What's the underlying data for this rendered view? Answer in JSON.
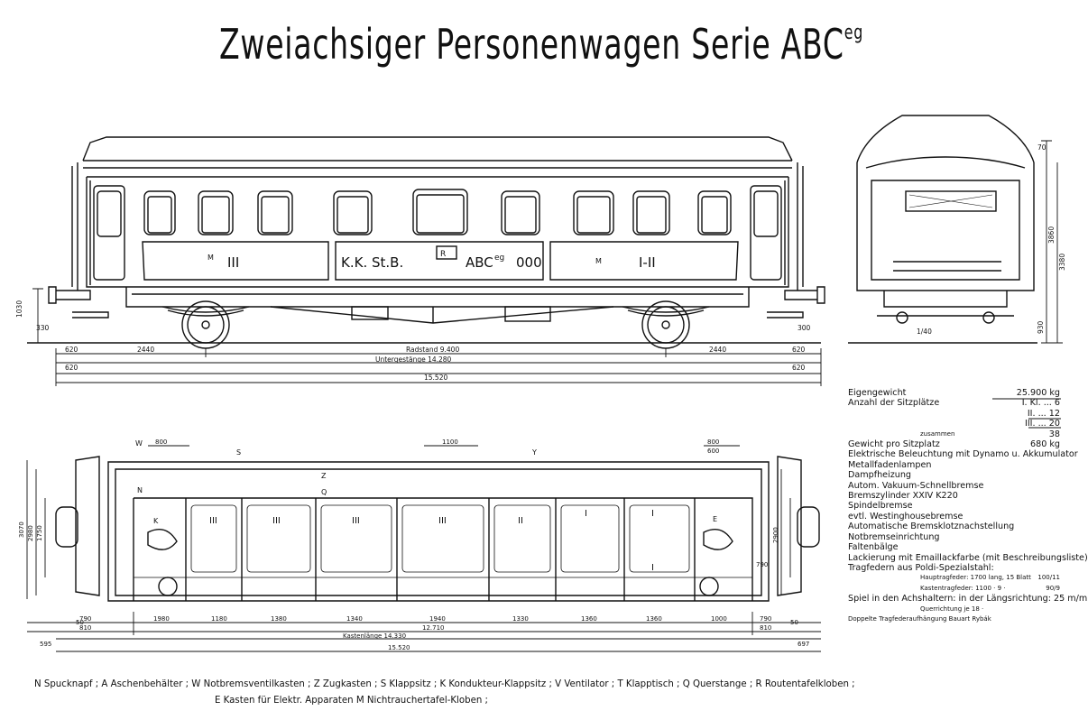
{
  "title": {
    "main": "Zweiachsiger Personenwagen Serie ABC",
    "sup": "eg"
  },
  "side_view": {
    "car_label_1": "K.K. St.B.",
    "car_label_2": "ABC",
    "car_label_2_sup": "eg",
    "car_label_2_num": "000",
    "box_r": "R",
    "class_left": "III",
    "class_right": "I-II",
    "m_left": "M",
    "m_right": "M",
    "dims": {
      "wheelbase": "Radstand 9.400",
      "underframe": "Untergestänge 14.280",
      "total": "15.520",
      "d2440_left": "2440",
      "d2440_right": "2440",
      "d620_left": "620",
      "d620_right": "620",
      "d620b_left": "620",
      "d620b_right": "620",
      "height_left": "1030",
      "d330": "330",
      "d300": "300"
    }
  },
  "end_view": {
    "scale": "1/40",
    "h1": "3860",
    "h2": "3380",
    "h3": "930",
    "h4": "70"
  },
  "plan_view": {
    "markers": [
      "W",
      "N",
      "S",
      "Z",
      "Q",
      "Y",
      "K",
      "E"
    ],
    "top_dims": [
      "800",
      "1100",
      "800",
      "600"
    ],
    "class_labels": [
      "III",
      "III",
      "III",
      "III",
      "II",
      "I",
      "I",
      "I"
    ],
    "bottom_dims_row1": [
      "790",
      "1980",
      "1180",
      "1380",
      "1340",
      "1940",
      "1330",
      "1360",
      "1360",
      "1000",
      "790"
    ],
    "bottom_dims_row2": [
      "810",
      "12.710",
      "810"
    ],
    "kastenlaenge": "Kastenlänge 14.330",
    "total": "15.520",
    "d595": "595",
    "d697": "697",
    "d50_left": "50",
    "d50_right": "50",
    "left_vert": [
      "3070",
      "2980",
      "1750"
    ],
    "right_vert": [
      "2900",
      "790"
    ]
  },
  "specs": [
    {
      "label": "Eigengewicht",
      "value": "25.900 kg"
    },
    {
      "label": "Anzahl der Sitzplätze",
      "value": "I. Kl. ... 6"
    },
    {
      "label": "",
      "value": "II. ... 12"
    },
    {
      "label": "",
      "value": "III. ... 20"
    },
    {
      "label": "zusammen",
      "value": "38"
    },
    {
      "label": "Gewicht pro Sitzplatz",
      "value": "680 kg"
    },
    {
      "label": "Elektrische Beleuchtung mit Dynamo u. Akkumulator",
      "value": ""
    },
    {
      "label": "Metallfadenlampen",
      "value": ""
    },
    {
      "label": "Dampfheizung",
      "value": ""
    },
    {
      "label": "Autom. Vakuum-Schnellbremse",
      "value": ""
    },
    {
      "label": "Bremszylinder XXIV K220",
      "value": ""
    },
    {
      "label": "Spindelbremse",
      "value": ""
    },
    {
      "label": "evtl. Westinghousebremse",
      "value": ""
    },
    {
      "label": "Automatische Bremsklotznachstellung",
      "value": ""
    },
    {
      "label": "Notbremseinrichtung",
      "value": ""
    },
    {
      "label": "Faltenbälge",
      "value": ""
    },
    {
      "label": "Lackierung mit Emaillackfarbe (mit Beschreibungsliste)",
      "value": ""
    },
    {
      "label": "Tragfedern aus Poldi-Spezialstahl:",
      "value": ""
    },
    {
      "label": "Hauptragfeder: 1700 lang, 15 Blatt",
      "value": "100/11"
    },
    {
      "label": "Kastentragfeder: 1100 · 9 ·",
      "value": "90/9"
    },
    {
      "label": "Spiel in den Achshaltern: in der Längsrichtung: 25 m/m",
      "value": ""
    },
    {
      "label": "Querrichtung je 18 ·",
      "value": ""
    },
    {
      "label": "Doppelte Tragfederaufhängung Bauart Rybák",
      "value": ""
    }
  ],
  "legend": {
    "line1": "N Spucknapf ; A Aschenbehälter ; W Notbremsventilkasten ; Z Zugkasten ; S Klappsitz ; K Kondukteur-Klappsitz ; V Ventilator ; T Klapptisch ; Q Querstange ; R Routentafelkloben ;",
    "line2": "E Kasten für Elektr. Apparaten    M Nichtrauchertafel-Kloben ;"
  }
}
